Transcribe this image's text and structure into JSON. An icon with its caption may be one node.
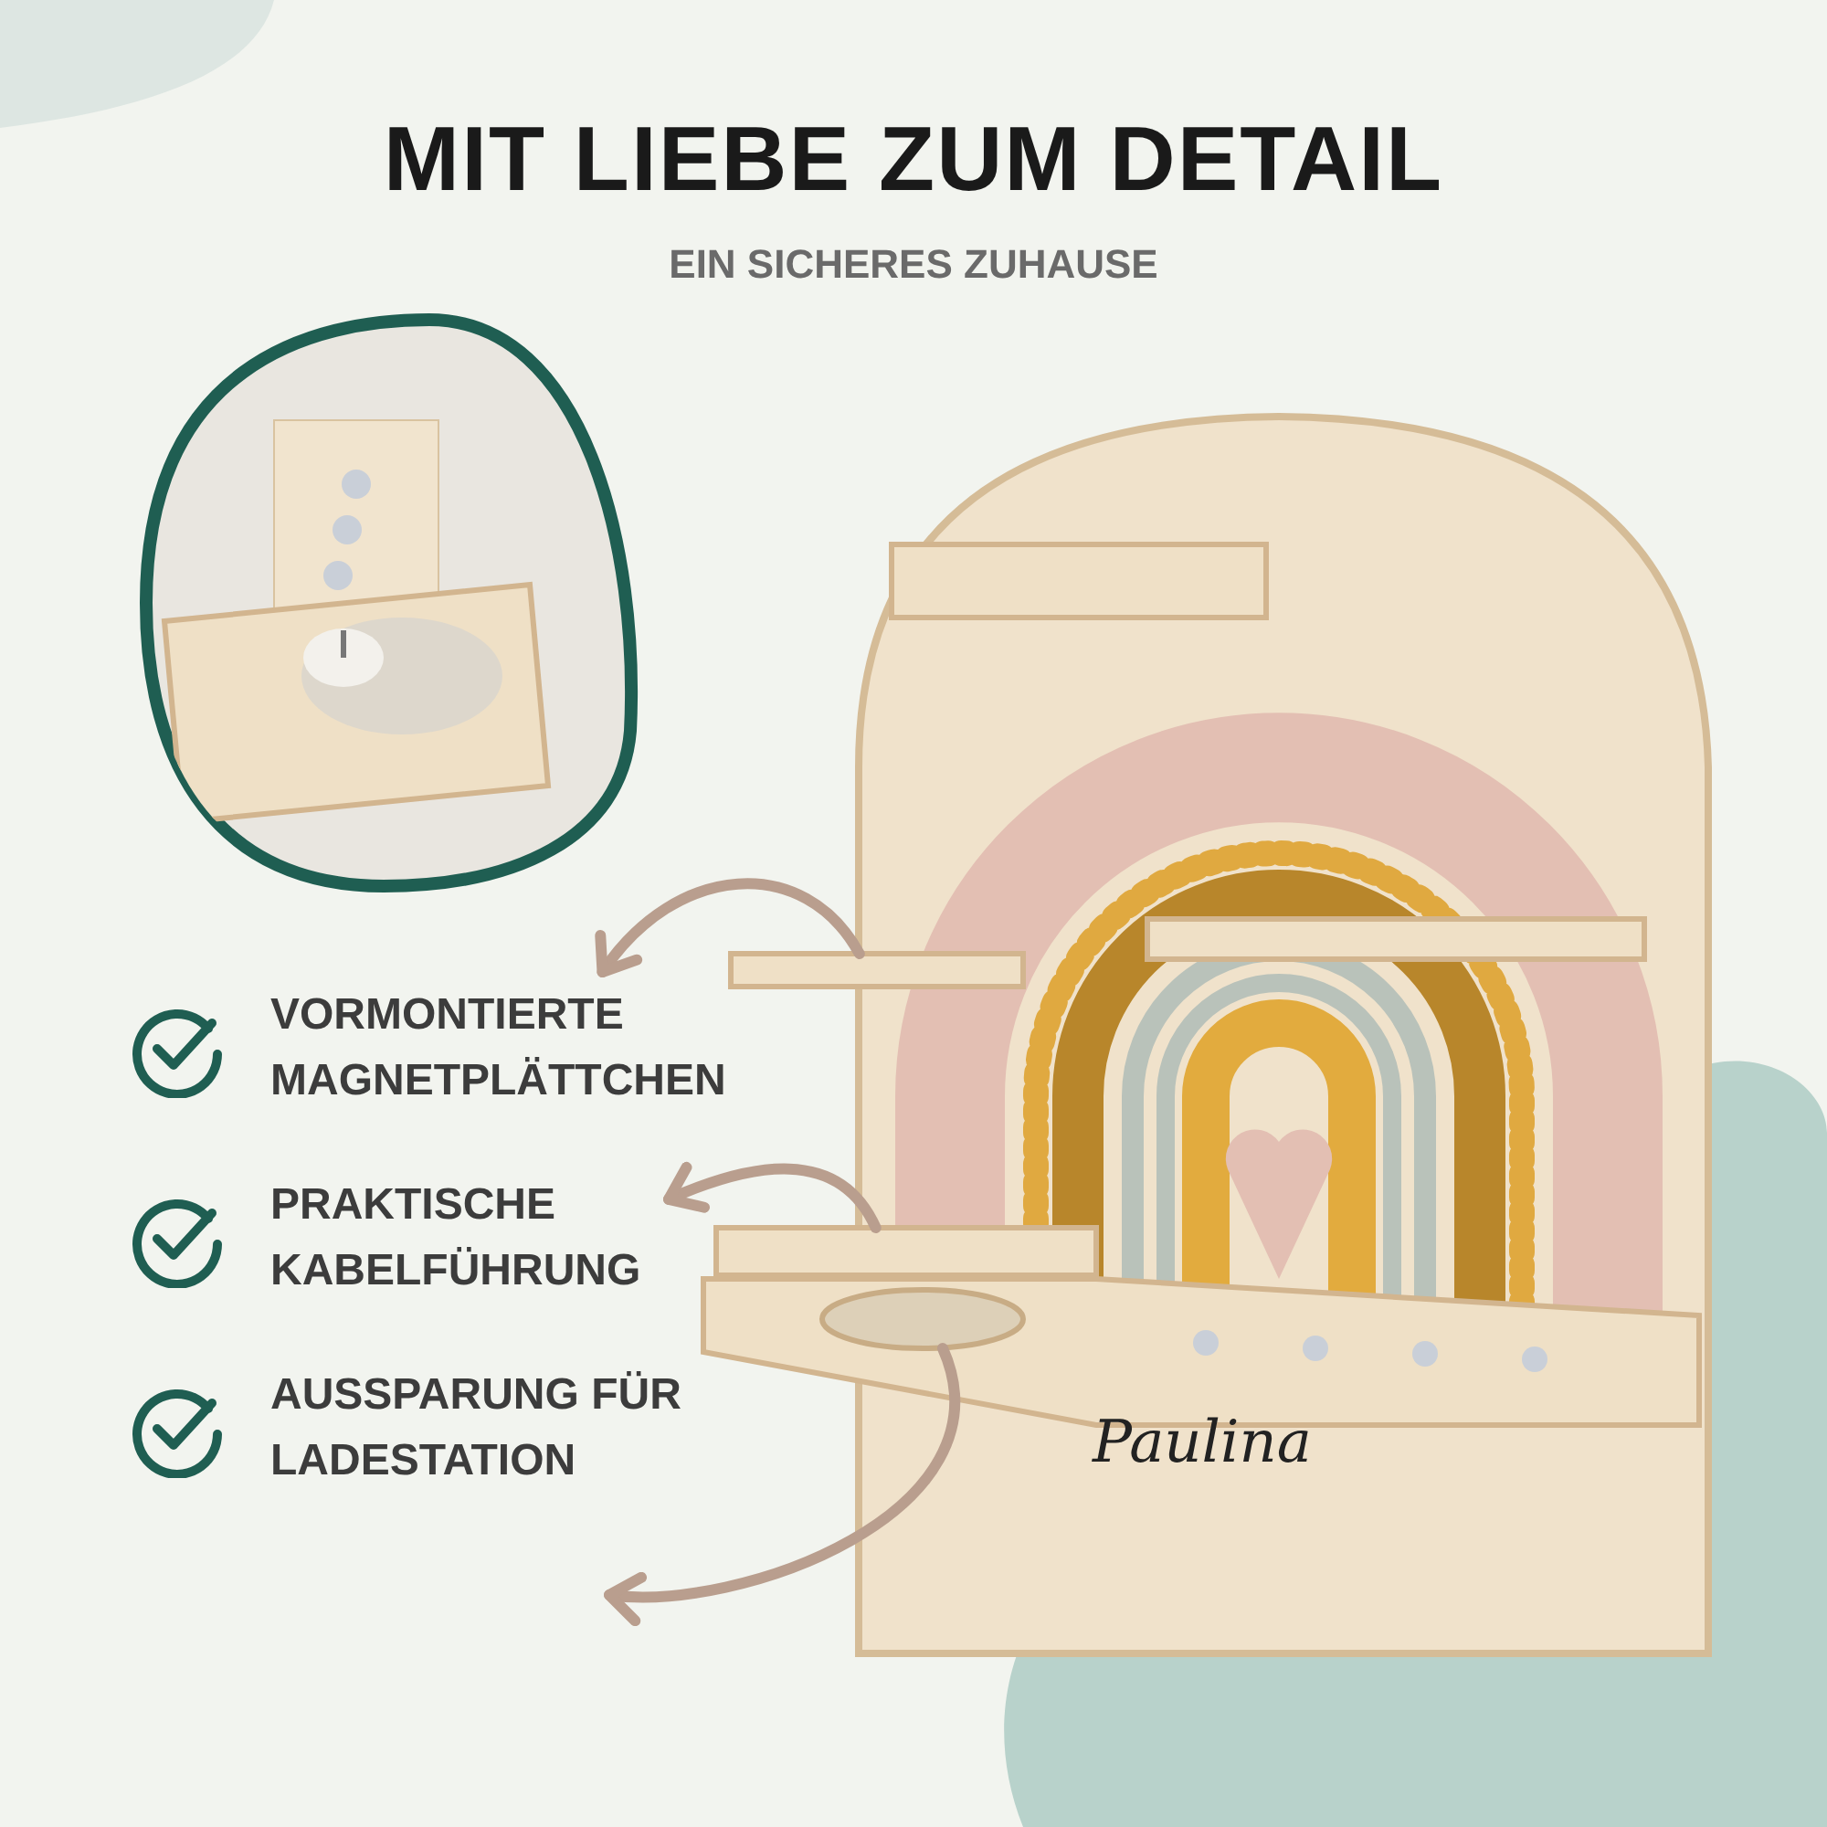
{
  "diagram": {
    "title": "MIT LIEBE ZUM DETAIL",
    "nodes": [
      {
        "text": [
          "VORMONTIERTE MAGNETPLÄTTCHEN"
        ]
      },
      {
        "text": [
          "PRAKTISCHE KABELFÜHRUNG"
        ]
      },
      {
        "text": [
          "AUSSPARUNG FÜR LADESTATION"
        ]
      },
      {
        "text": [],
        "shape": "bar"
      },
      {
        "text": [],
        "shape": "bar"
      },
      {
        "text": [],
        "shape": "circle"
      }
    ],
    "edges": [
      {
        "from": 3,
        "to": 0,
        "arrow": "to"
      },
      {
        "from": 4,
        "to": 1,
        "arrow": "to"
      },
      {
        "from": 5,
        "to": 2,
        "arrow": "to"
      }
    ],
    "labels": [
      "EIN SICHERES ZUHAUSE",
      "Paulina"
    ]
  }
}
